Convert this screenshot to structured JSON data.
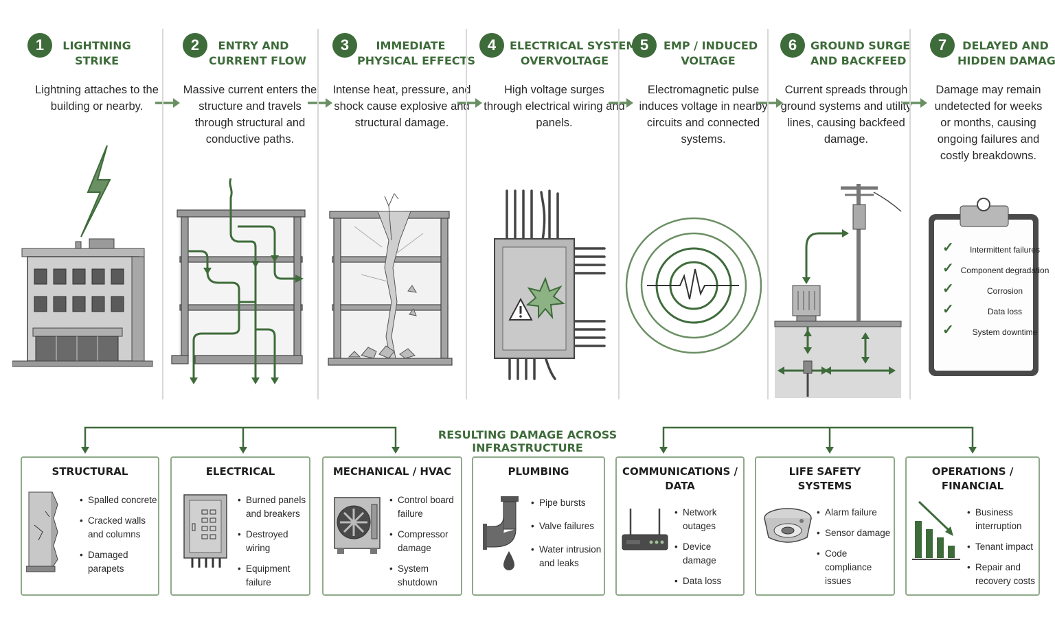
{
  "stages": [
    {
      "number": "1",
      "title_lines": [
        "LIGHTNING",
        "STRIKE"
      ],
      "description": "Lightning attaches to the building or nearby."
    },
    {
      "number": "2",
      "title_lines": [
        "ENTRY AND",
        "CURRENT FLOW"
      ],
      "description": "Massive current enters the structure and travels through structural and conductive paths."
    },
    {
      "number": "3",
      "title_lines": [
        "IMMEDIATE",
        "PHYSICAL EFFECTS"
      ],
      "description": "Intense heat, pressure, and shock cause explosive and structural damage."
    },
    {
      "number": "4",
      "title_lines": [
        "ELECTRICAL SYSTEM",
        "OVERVOLTAGE"
      ],
      "description": "High voltage surges through electrical wiring and panels."
    },
    {
      "number": "5",
      "title_lines": [
        "EMP / INDUCED",
        "VOLTAGE"
      ],
      "description": "Electromagnetic pulse induces voltage in nearby circuits and connected systems."
    },
    {
      "number": "6",
      "title_lines": [
        "GROUND SURGE",
        "AND BACKFEED"
      ],
      "description": "Current spreads through ground systems and utility lines, causing backfeed damage."
    },
    {
      "number": "7",
      "title_lines": [
        "DELAYED AND",
        "HIDDEN DAMAGE"
      ],
      "description": "Damage may remain undetected for weeks or months, causing ongoing failures and costly breakdowns."
    }
  ],
  "clipboard_items": [
    "Intermittent failures",
    "Component degradation",
    "Corrosion",
    "Data loss",
    "System downtime"
  ],
  "resulting_title": "RESULTING DAMAGE ACROSS INFRASTRUCTURE",
  "categories": [
    {
      "title_lines": [
        "STRUCTURAL"
      ],
      "icon": "cracked-column-icon",
      "items": [
        "Spalled concrete",
        "Cracked walls and columns",
        "Damaged parapets"
      ]
    },
    {
      "title_lines": [
        "ELECTRICAL"
      ],
      "icon": "breaker-panel-icon",
      "items": [
        "Burned panels and breakers",
        "Destroyed wiring",
        "Equipment failure"
      ]
    },
    {
      "title_lines": [
        "MECHANICAL / HVAC"
      ],
      "icon": "hvac-unit-icon",
      "items": [
        "Control board failure",
        "Compressor damage",
        "System shutdown"
      ]
    },
    {
      "title_lines": [
        "PLUMBING"
      ],
      "icon": "pipe-leak-icon",
      "items": [
        "Pipe bursts",
        "Valve failures",
        "Water intrusion and leaks"
      ]
    },
    {
      "title_lines": [
        "COMMUNICATIONS /",
        "DATA"
      ],
      "icon": "router-icon",
      "items": [
        "Network outages",
        "Device damage",
        "Data loss"
      ]
    },
    {
      "title_lines": [
        "LIFE SAFETY",
        "SYSTEMS"
      ],
      "icon": "smoke-detector-icon",
      "items": [
        "Alarm failure",
        "Sensor damage",
        "Code compliance issues"
      ]
    },
    {
      "title_lines": [
        "OPERATIONS /",
        "FINANCIAL"
      ],
      "icon": "declining-bar-chart-icon",
      "items": [
        "Business interruption",
        "Tenant impact",
        "Repair and recovery costs"
      ]
    }
  ],
  "colors": {
    "accent": "#3e6b3a",
    "accent_light": "#6a8f63",
    "grey_dark": "#555555",
    "grey_mid": "#8a8a8a",
    "grey_light": "#dcdcdc"
  }
}
